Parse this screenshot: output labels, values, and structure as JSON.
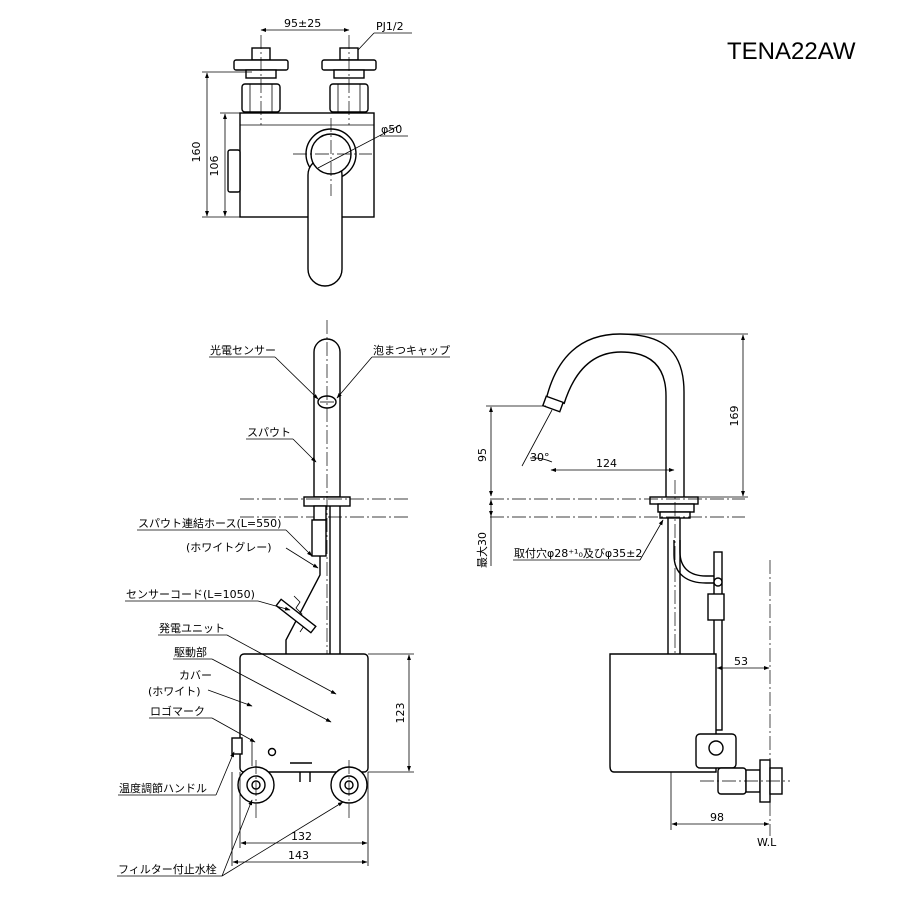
{
  "model_number": "TENA22AW",
  "top_view": {
    "dim_pitch": "95±25",
    "dim_thread": "PJ1/2",
    "dim_diameter": "φ50",
    "dim_height_total": "160",
    "dim_height_unit": "106"
  },
  "front_view": {
    "labels": {
      "photo_sensor": "光電センサー",
      "foam_cap": "泡まつキャップ",
      "spout": "スパウト",
      "hose": "スパウト連結ホース(L=550)",
      "hose_color": "(ホワイトグレー)",
      "sensor_cord": "センサーコード(L=1050)",
      "generator_unit": "発電ユニット",
      "drive_unit": "駆動部",
      "cover": "カバー",
      "cover_color": "(ホワイト)",
      "logo_mark": "ロゴマーク",
      "temp_handle": "温度調節ハンドル",
      "filter_valve": "フィルター付止水栓"
    },
    "dims": {
      "unit_height": "123",
      "width_inner": "132",
      "width_outer": "143"
    }
  },
  "side_view": {
    "dims": {
      "spout_height": "169",
      "outlet_height": "95",
      "reach": "124",
      "angle": "30°",
      "max_thickness": "最大30",
      "mount_hole": "取付穴φ28⁺¹₀及びφ35±2",
      "unit_depth": "53",
      "valve_depth": "98"
    },
    "wall_label": "W.L"
  }
}
